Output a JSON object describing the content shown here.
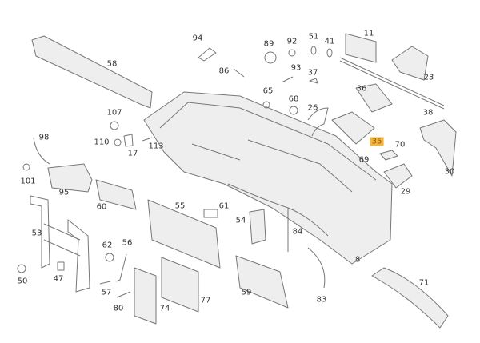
{
  "diagram": {
    "highlight_color": "#f2b640",
    "highlighted_part": "35",
    "labels": [
      "94",
      "89",
      "92",
      "51",
      "41",
      "11",
      "58",
      "86",
      "93",
      "37",
      "23",
      "36",
      "65",
      "68",
      "26",
      "38",
      "107",
      "98",
      "110",
      "113",
      "17",
      "35",
      "70",
      "69",
      "30",
      "101",
      "95",
      "60",
      "55",
      "61",
      "54",
      "84",
      "29",
      "53",
      "62",
      "56",
      "50",
      "47",
      "57",
      "80",
      "74",
      "77",
      "59",
      "8",
      "83",
      "71"
    ]
  }
}
